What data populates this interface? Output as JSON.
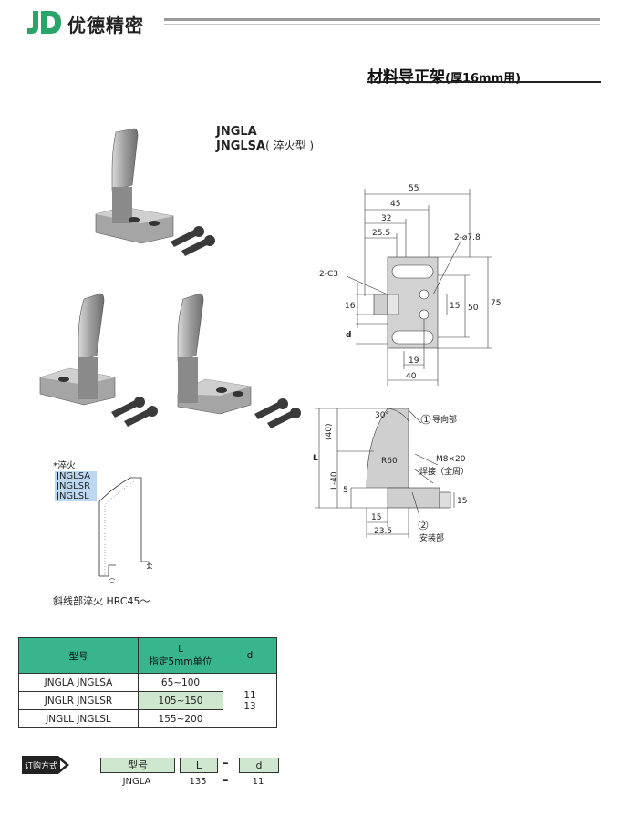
{
  "header": {
    "brand": "优德精密",
    "logo_text": "JD"
  },
  "title": {
    "main": "材料导正架",
    "sub": "(厚16mm用)"
  },
  "models": {
    "line1": "JNGLA",
    "line2": "JNGLSA",
    "line2_note": "( 淬火型 )"
  },
  "dim_drawing_top": {
    "dims": [
      "55",
      "45",
      "32",
      "25.5",
      "2-⌀7.8",
      "2-C3",
      "16",
      "d",
      "15",
      "50",
      "75",
      "19",
      "40"
    ]
  },
  "dim_drawing_side": {
    "dims": [
      "30°",
      "(40)",
      "L",
      "L-40",
      "R60",
      "5",
      "15",
      "23.5",
      "M8×20",
      "15"
    ],
    "callout1": "导向部",
    "callout2": "焊接（全周）",
    "callout3": "安装部",
    "num1": "1",
    "num2": "2"
  },
  "quench": {
    "label": "*淬火",
    "models": [
      "JNGLSA",
      "JNGLSR",
      "JNGLSL"
    ],
    "caption": "斜线部淬火  HRC45～"
  },
  "spec_table": {
    "headers": {
      "model": "型号",
      "l_title": "L",
      "l_sub": "指定5mm单位",
      "d": "d"
    },
    "rows": [
      {
        "model": "JNGLA  JNGLSA",
        "l": "65~100"
      },
      {
        "model": "JNGLR  JNGLSR",
        "l": "105~150"
      },
      {
        "model": "JNGLL  JNGLSL",
        "l": "155~200"
      }
    ],
    "d_values": [
      "11",
      "13"
    ]
  },
  "order": {
    "label": "订购方式",
    "headers": [
      "型号",
      "L",
      "d"
    ],
    "values": [
      "JNGLA",
      "135",
      "11"
    ],
    "dash": "–"
  }
}
